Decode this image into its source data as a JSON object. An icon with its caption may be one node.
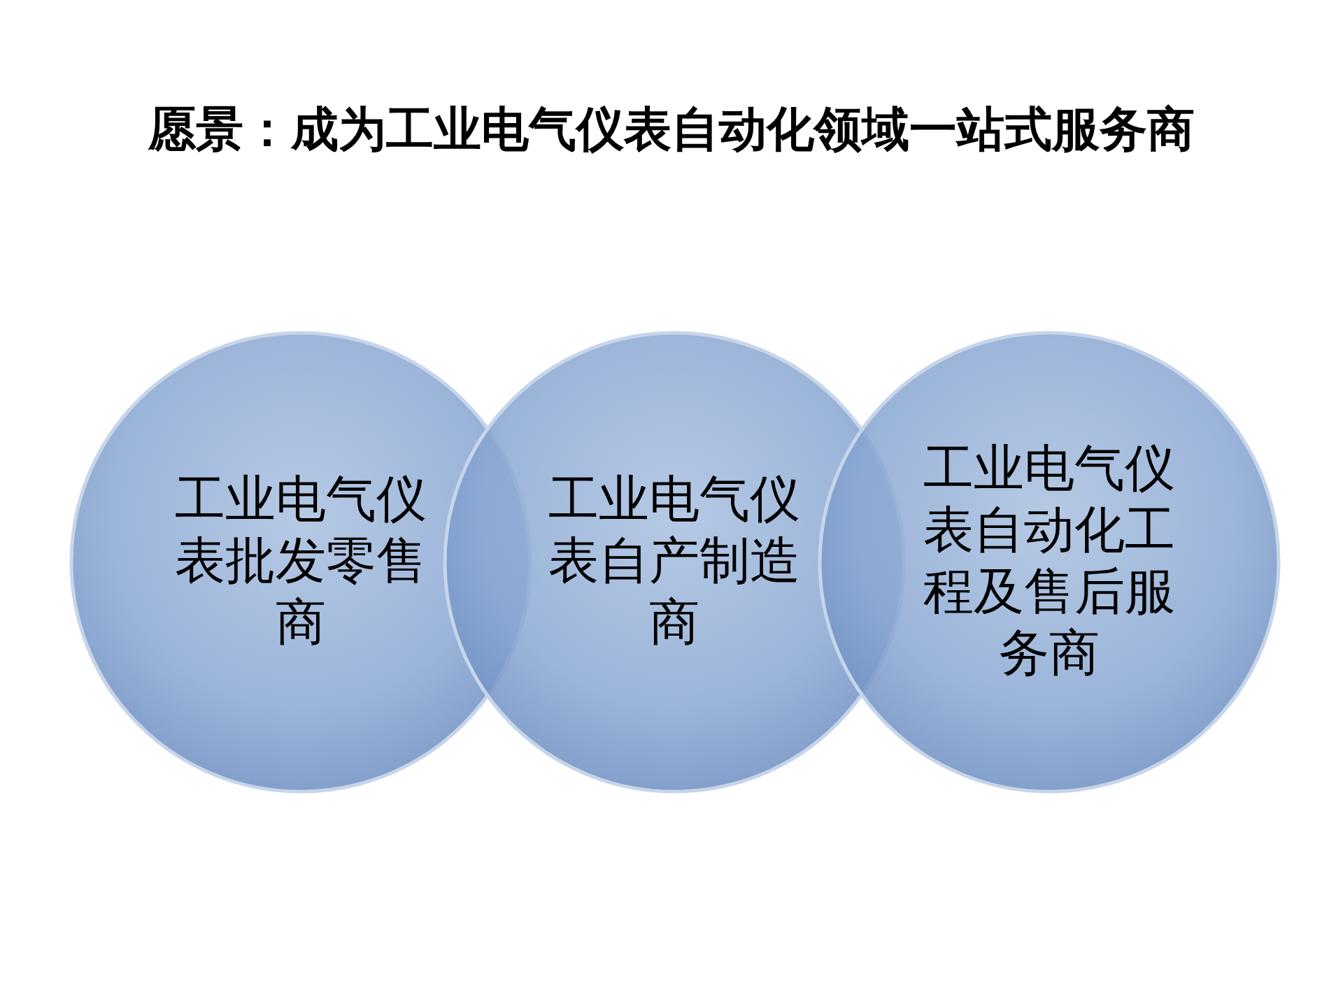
{
  "diagram": {
    "title": "愿景：成为工业电气仪表自动化领域一站式服务商",
    "nodes": [
      {
        "text": [
          "工业电气仪表批发零售商"
        ]
      },
      {
        "text": [
          "工业电气仪表自产制造商"
        ]
      },
      {
        "text": [
          "工业电气仪表自动化工程及售后服务商"
        ]
      }
    ]
  }
}
